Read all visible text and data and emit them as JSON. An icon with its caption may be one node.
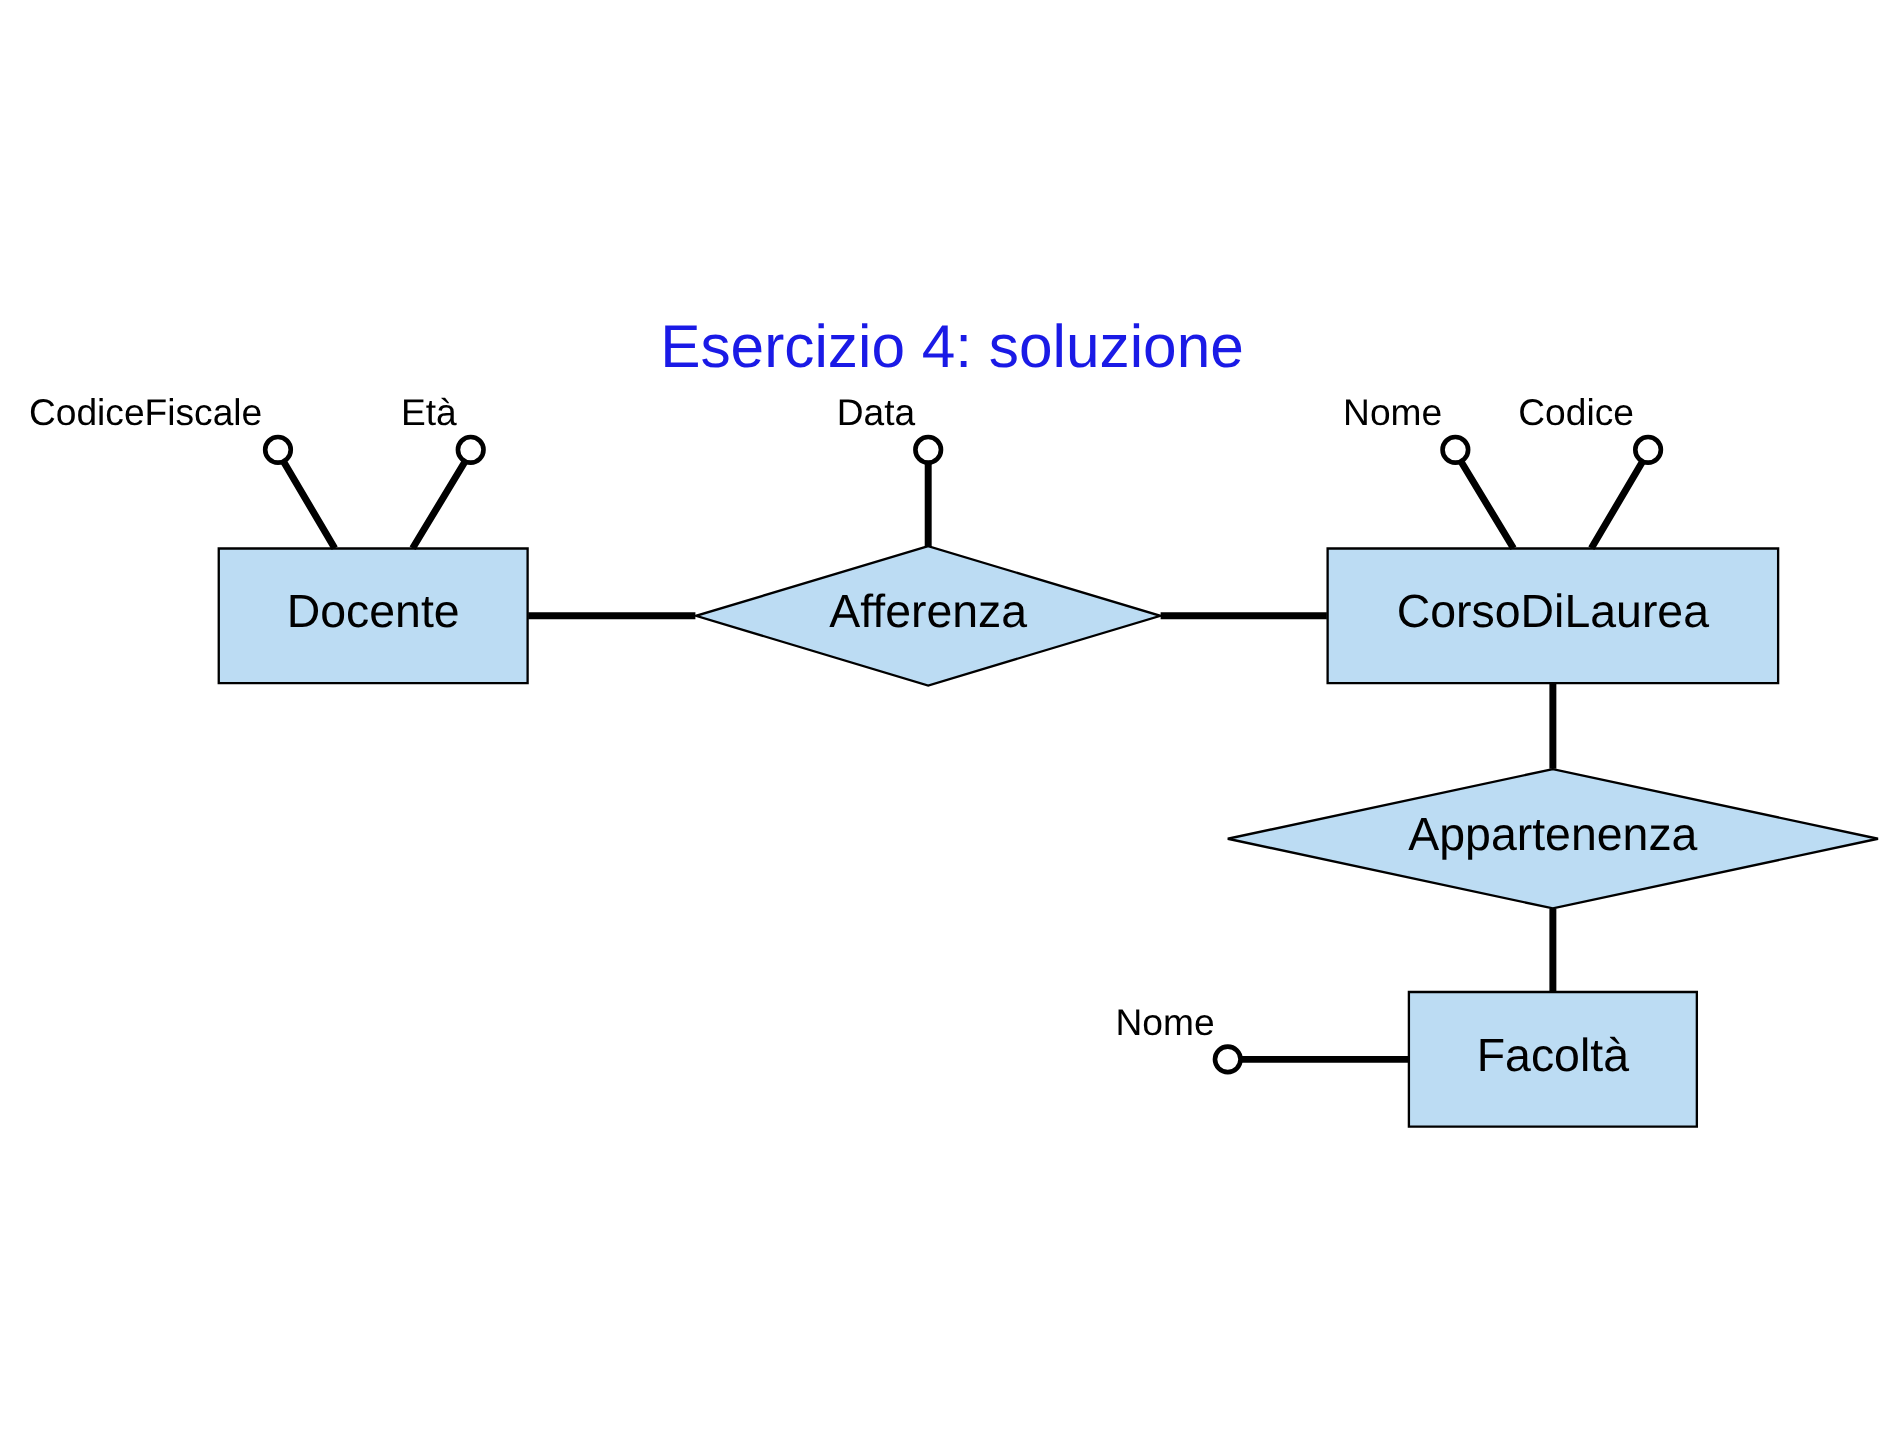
{
  "diagram": {
    "title": "Esercizio 4: soluzione",
    "nodes": [
      {
        "text": [
          "Docente"
        ]
      },
      {
        "text": [
          "Afferenza"
        ]
      },
      {
        "text": [
          "CorsoDiLaurea"
        ]
      },
      {
        "text": [
          "Appartenenza"
        ]
      },
      {
        "text": [
          "Facoltà"
        ]
      },
      {
        "text": [],
        "shape": "circle",
        "beside": [
          "CodiceFiscale"
        ]
      },
      {
        "text": [],
        "shape": "circle",
        "beside": [
          "Età"
        ]
      },
      {
        "text": [],
        "shape": "circle",
        "beside": [
          "Data"
        ]
      },
      {
        "text": [],
        "shape": "circle",
        "beside": [
          "Nome"
        ]
      },
      {
        "text": [],
        "shape": "circle",
        "beside": [
          "Codice"
        ]
      },
      {
        "text": [],
        "shape": "circle",
        "beside": [
          "Nome"
        ]
      }
    ],
    "edges": [
      {
        "from": 5,
        "to": 0,
        "arrow": "none"
      },
      {
        "from": 6,
        "to": 0,
        "arrow": "none"
      },
      {
        "from": 7,
        "to": 1,
        "arrow": "none"
      },
      {
        "from": 8,
        "to": 2,
        "arrow": "none"
      },
      {
        "from": 9,
        "to": 2,
        "arrow": "none"
      },
      {
        "from": 0,
        "to": 1,
        "arrow": "none"
      },
      {
        "from": 1,
        "to": 2,
        "arrow": "none"
      },
      {
        "from": 2,
        "to": 3,
        "arrow": "none"
      },
      {
        "from": 3,
        "to": 4,
        "arrow": "none"
      },
      {
        "from": 10,
        "to": 4,
        "arrow": "none"
      }
    ]
  }
}
